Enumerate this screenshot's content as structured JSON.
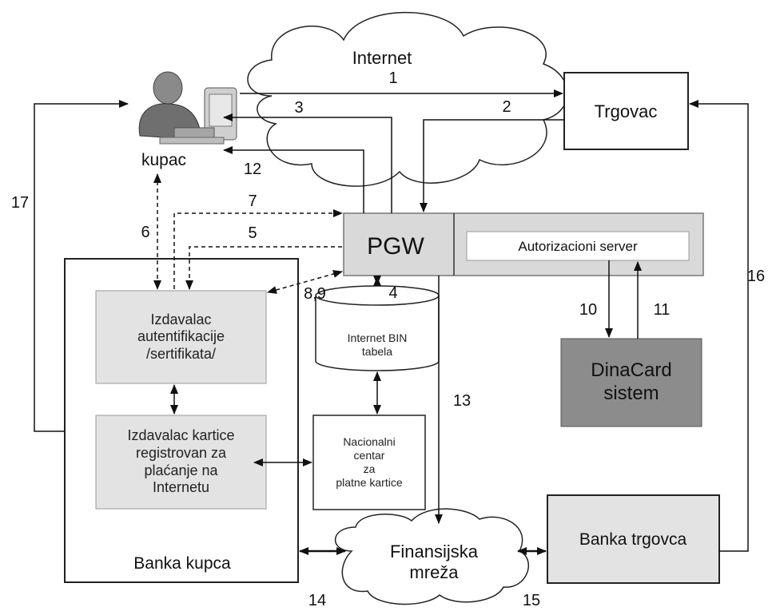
{
  "internet": "Internet",
  "kupac": "kupac",
  "trgovac": "Trgovac",
  "pgw": "PGW",
  "autorizacioni_server": "Autorizacioni server",
  "izdavalac_autentifikacije": "Izdavalac\nautentifikacije\n/sertifikata/",
  "izdavalac_kartice": "Izdavalac kartice\nregistrovan za\nplaćanje na\nInternetu",
  "bin_tabela": "Internet BIN\ntabela",
  "nacionalni_centar": "Nacionalni\ncentar\nza\nplatne kartice",
  "dinacard": "DinaCard\nsistem",
  "banka_kupca": "Banka kupca",
  "banka_trgovca": "Banka trgovca",
  "finansijska_mreza": "Finansijska\nmreža",
  "numbers": {
    "n1": "1",
    "n2": "2",
    "n3": "3",
    "n4": "4",
    "n5": "5",
    "n6": "6",
    "n7": "7",
    "n89": "8,9",
    "n10": "10",
    "n11": "11",
    "n12": "12",
    "n13": "13",
    "n14": "14",
    "n15": "15",
    "n16": "16",
    "n17": "17"
  }
}
